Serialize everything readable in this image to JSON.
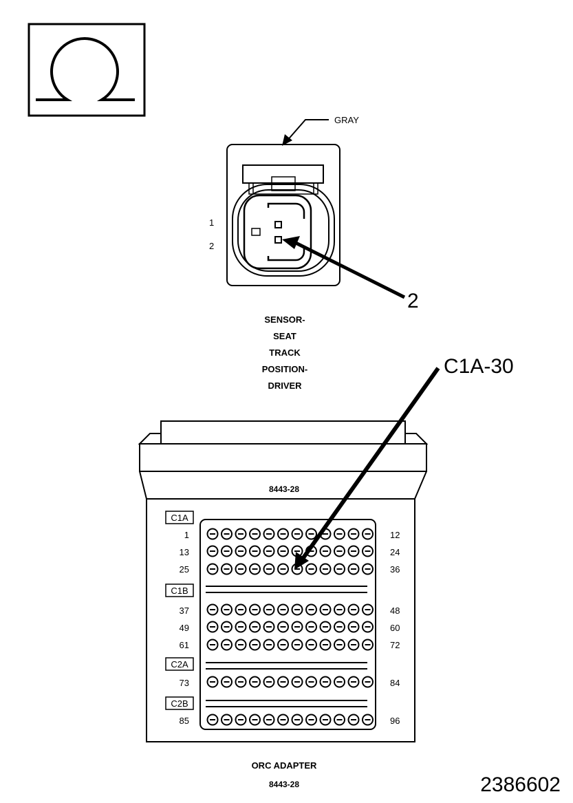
{
  "symbol": {
    "name": "omega-icon",
    "meaning": "resistance measurement"
  },
  "sensor_connector": {
    "color_label": "GRAY",
    "pin_labels": [
      "1",
      "2"
    ],
    "callout": "2",
    "name_lines": [
      "SENSOR-",
      "SEAT",
      "TRACK",
      "POSITION-",
      "DRIVER"
    ]
  },
  "adapter": {
    "top_label": "8443-28",
    "sections": [
      {
        "label": "C1A",
        "rows": [
          {
            "left": "1",
            "right": "12"
          },
          {
            "left": "13",
            "right": "24"
          },
          {
            "left": "25",
            "right": "36"
          }
        ]
      },
      {
        "label": "C1B",
        "rows": [
          {
            "left": "37",
            "right": "48"
          },
          {
            "left": "49",
            "right": "60"
          },
          {
            "left": "61",
            "right": "72"
          }
        ]
      },
      {
        "label": "C2A",
        "rows": [
          {
            "left": "73",
            "right": "84"
          }
        ]
      },
      {
        "label": "C2B",
        "rows": [
          {
            "left": "85",
            "right": "96"
          }
        ]
      }
    ],
    "callout": "C1A-30",
    "bottom_title": "ORC ADAPTER",
    "bottom_part": "8443-28"
  },
  "figure_number": "2386602"
}
